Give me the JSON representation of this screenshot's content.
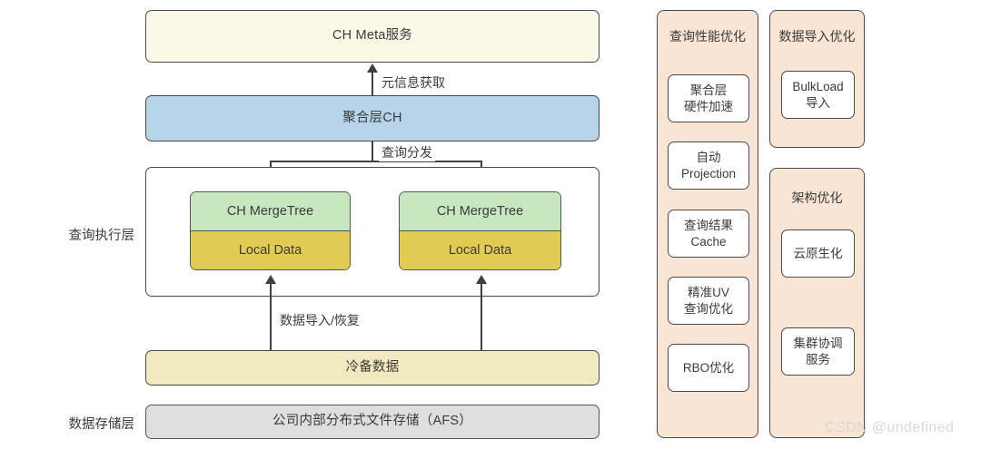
{
  "diagram": {
    "title_hidden": "",
    "left_labels": {
      "exec_layer": "查询执行层",
      "storage_layer": "数据存储层"
    },
    "blocks": {
      "meta_service": "CH Meta服务",
      "aggregation_layer": "聚合层CH",
      "cold_backup": "冷备数据",
      "afs_storage": "公司内部分布式文件存储（AFS）"
    },
    "nodes": [
      {
        "engine": "CH MergeTree",
        "data": "Local Data"
      },
      {
        "engine": "CH MergeTree",
        "data": "Local Data"
      }
    ],
    "edges": {
      "meta_fetch": "元信息获取",
      "query_dispatch": "查询分发",
      "data_import_restore": "数据导入/恢复"
    },
    "colors": {
      "meta": "#fbf8e8",
      "aggregation": "#b6d4ea",
      "mergetree": "#c7e7c1",
      "local_data": "#e2cb54",
      "cold_backup": "#f1e9bf",
      "afs": "#dedede",
      "panel_background": "#f9e5d4",
      "stroke": "#4a4a52"
    }
  },
  "panels": [
    {
      "id": "query-performance-optimization",
      "title": "查询性能优化",
      "items": [
        "聚合层\n硬件加速",
        "自动\nProjection",
        "查询结果\nCache",
        "精准UV\n查询优化",
        "RBO优化"
      ]
    },
    {
      "id": "data-ingestion-optimization",
      "title": "数据导入优化",
      "items": [
        "BulkLoad\n导入"
      ]
    },
    {
      "id": "architecture-optimization",
      "title": "架构优化",
      "items": [
        "云原生化",
        "集群协调\n服务"
      ]
    }
  ],
  "watermark": "CSDN @undefined"
}
